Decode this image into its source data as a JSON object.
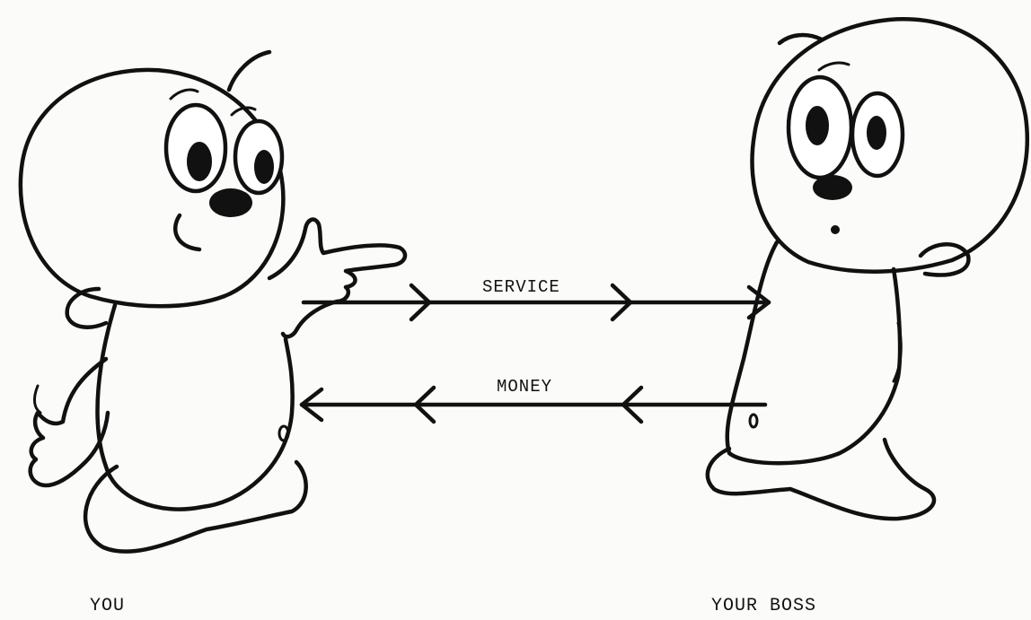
{
  "diagram": {
    "arrows": {
      "service_label": "SERVICE",
      "money_label": "MONEY"
    },
    "characters": {
      "you_label": "YOU",
      "boss_label": "YOUR BOSS"
    }
  }
}
